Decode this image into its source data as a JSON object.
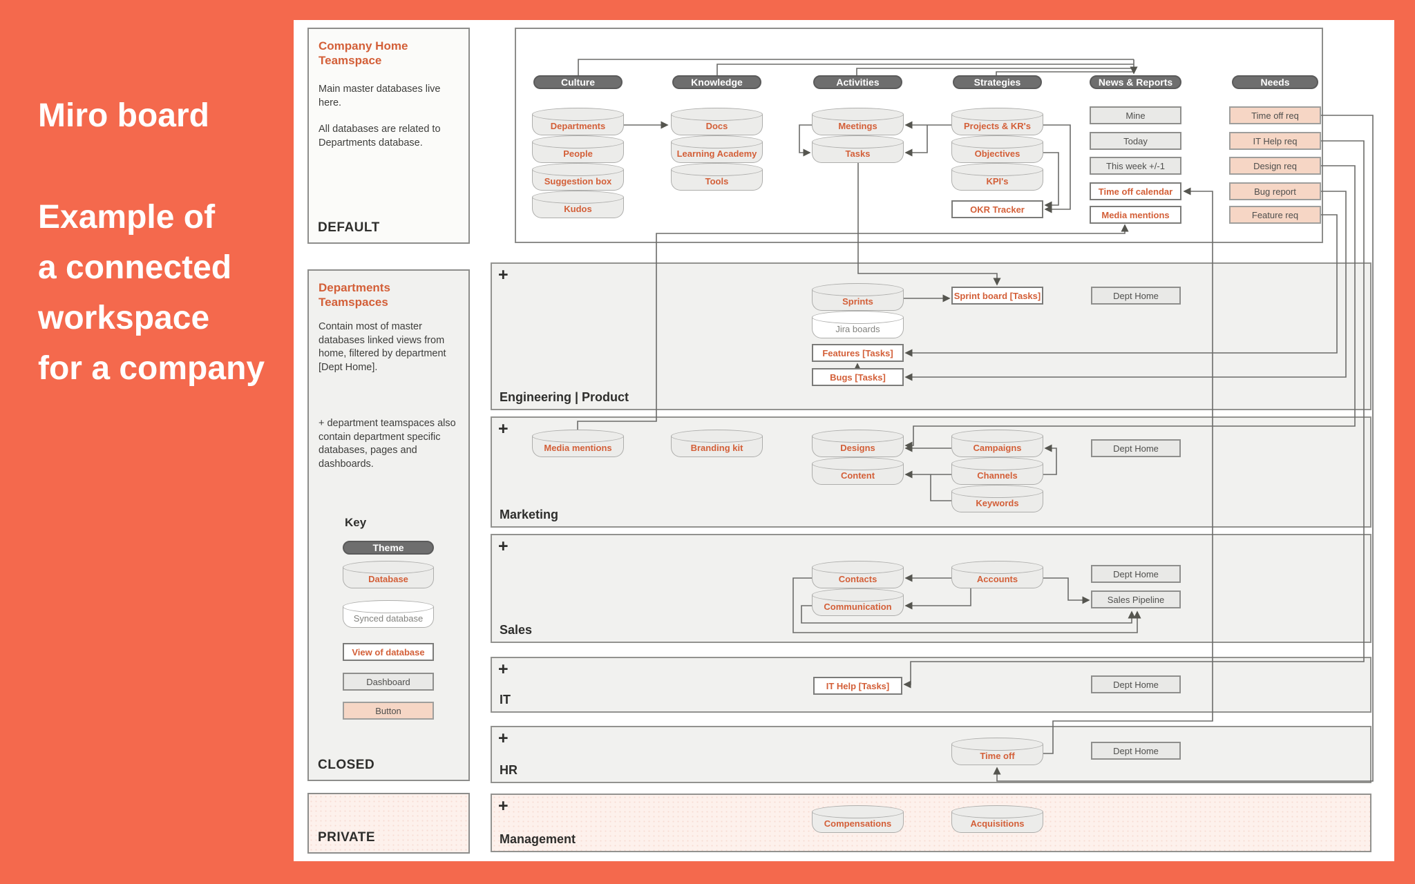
{
  "sidebar": {
    "title": "Miro board",
    "lines": [
      "Example of",
      "a connected",
      "workspace",
      "for a company"
    ]
  },
  "panels": {
    "company_home": {
      "title": "Company Home Teamspace",
      "body1": "Main master databases live here.",
      "body2": "All databases are related to Departments database.",
      "footer": "DEFAULT"
    },
    "departments": {
      "title": "Departments Teamspaces",
      "body1": "Contain most of master databases linked views from home, filtered by department [Dept Home].",
      "body2": "+ department teamspaces also contain department specific databases, pages and dashboards.",
      "key_title": "Key",
      "key": {
        "theme": "Theme",
        "database": "Database",
        "synced": "Synced database",
        "view": "View of database",
        "dashboard": "Dashboard",
        "button": "Button"
      },
      "footer": "CLOSED"
    },
    "private": {
      "footer": "PRIVATE"
    }
  },
  "themes": {
    "culture": "Culture",
    "knowledge": "Knowledge",
    "activities": "Activities",
    "strategies": "Strategies",
    "news": "News & Reports",
    "needs": "Needs"
  },
  "home": {
    "culture": [
      "Departments",
      "People",
      "Suggestion box",
      "Kudos"
    ],
    "knowledge": [
      "Docs",
      "Learning Academy",
      "Tools"
    ],
    "activities": [
      "Meetings",
      "Tasks"
    ],
    "strategies": [
      "Projects & KR's",
      "Objectives",
      "KPI's"
    ],
    "okr_tracker": "OKR Tracker",
    "news": [
      "Mine",
      "Today",
      "This week +/-1",
      "Time off calendar",
      "Media mentions"
    ],
    "needs": [
      "Time off req",
      "IT Help req",
      "Design req",
      "Bug report",
      "Feature req"
    ]
  },
  "sections": {
    "engineering": {
      "plus": "+",
      "label": "Engineering | Product",
      "sprints": "Sprints",
      "jira": "Jira boards",
      "features": "Features [Tasks]",
      "bugs": "Bugs [Tasks]",
      "sprint_board": "Sprint board [Tasks]",
      "dept_home": "Dept Home"
    },
    "marketing": {
      "plus": "+",
      "label": "Marketing",
      "media": "Media mentions",
      "branding": "Branding kit",
      "designs": "Designs",
      "content": "Content",
      "campaigns": "Campaigns",
      "channels": "Channels",
      "keywords": "Keywords",
      "dept_home": "Dept Home"
    },
    "sales": {
      "plus": "+",
      "label": "Sales",
      "contacts": "Contacts",
      "communication": "Communication",
      "accounts": "Accounts",
      "dept_home": "Dept Home",
      "pipeline": "Sales Pipeline"
    },
    "it": {
      "plus": "+",
      "label": "IT",
      "it_help": "IT Help [Tasks]",
      "dept_home": "Dept Home"
    },
    "hr": {
      "plus": "+",
      "label": "HR",
      "time_off": "Time off",
      "dept_home": "Dept Home"
    },
    "management": {
      "plus": "+",
      "label": "Management",
      "compensations": "Compensations",
      "acquisitions": "Acquisitions"
    }
  },
  "colors": {
    "page_bg": "#f4694d",
    "accent_orange": "#d35f38",
    "theme_pill": "#6e6e6e",
    "button_fill": "#f6d6c5",
    "section_fill": "#f1f1ef",
    "pink_fill": "#fdf1ec",
    "wire": "#6b6b69"
  }
}
